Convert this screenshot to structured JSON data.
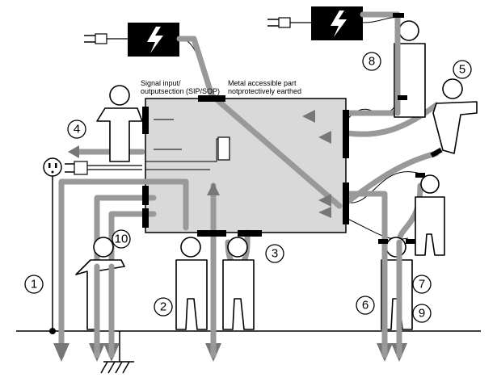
{
  "labels": {
    "signal_section_line1": "Signal input/",
    "signal_section_line2": "outputsection (SIP/SOP)",
    "metal_part_line1": "Metal accessible part",
    "metal_part_line2": "notprotectively earthed"
  },
  "icons": {
    "lightning": "lightning-bolt-icon",
    "plug": "power-plug-icon",
    "outlet": "power-outlet-icon",
    "ground": "earth-ground-icon"
  },
  "markers": [
    "1",
    "2",
    "3",
    "4",
    "5",
    "6",
    "7",
    "8",
    "9",
    "10"
  ],
  "colors": {
    "device_body": "#d9d9d9",
    "current_path": "#999999",
    "current_arrow": "#666666",
    "terminal": "#000000"
  }
}
